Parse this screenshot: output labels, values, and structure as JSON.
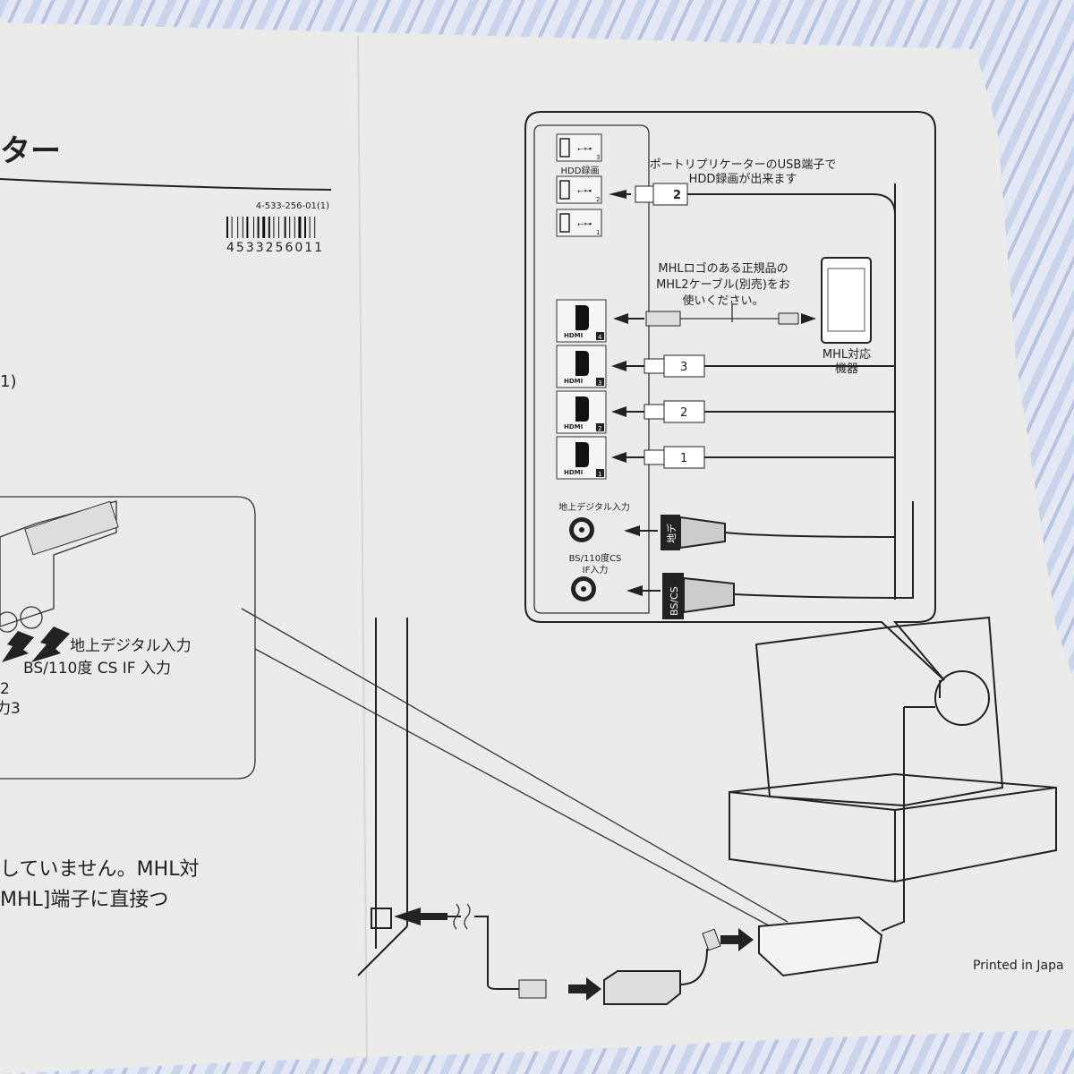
{
  "colors": {
    "paper": "#ebebea",
    "ink": "#222222",
    "fabric": "#c9d3ea"
  },
  "header": {
    "title_fragment": "ター",
    "part_number": "4-533-256-01(1)",
    "barcode_number": "4533256011"
  },
  "left": {
    "fragment_paren": "1)",
    "callout_terrestrial": "地上デジタル入力",
    "callout_bs": "BS/110度 CS IF 入力",
    "fragment_2": "2",
    "fragment_3": "力3",
    "note_line1": "していません。MHL対",
    "note_line2": "MHL]端子に直接つ"
  },
  "panel": {
    "hdd_label": "HDD録画",
    "usb_ports": [
      "3",
      "2",
      "1"
    ],
    "usb_note_line1": "ポートリプリケーターのUSB端子で",
    "usb_note_line2": "HDD録画が出来ます",
    "usb_cable": "2",
    "mhl_note_line1": "MHLロゴのある正規品の",
    "mhl_note_line2": "MHL2ケーブル(別売)をお",
    "mhl_note_line3": "使いください。",
    "mhl_device_line1": "MHL対応",
    "mhl_device_line2": "機器",
    "hdmi_logo": "HDMI",
    "hdmi_ports": [
      "4",
      "3",
      "2",
      "1"
    ],
    "hdmi_cables": [
      "3",
      "2",
      "1"
    ],
    "terrestrial_label": "地上デジタル入力",
    "bs_label_line1": "BS/110度CS",
    "bs_label_line2": "IF入力",
    "plug_terrestrial": "地デ",
    "plug_bs": "BS/CS"
  },
  "footer": {
    "printed": "Printed in Japa"
  }
}
